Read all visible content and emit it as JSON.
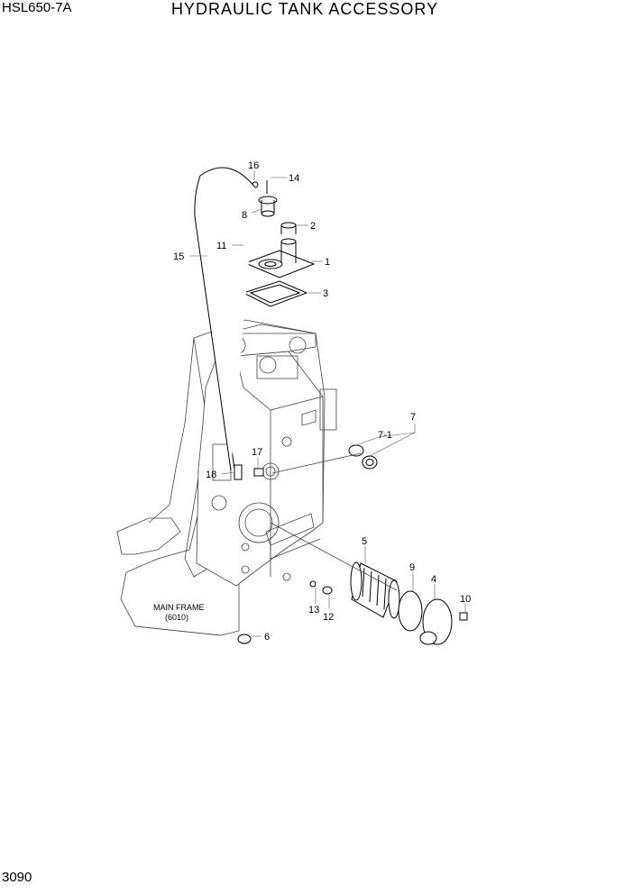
{
  "header": {
    "model": "HSL650-7A",
    "title": "HYDRAULIC TANK ACCESSORY"
  },
  "footer": {
    "page_number": "3090"
  },
  "frame_label": {
    "line1": "MAIN FRAME",
    "line2": "(6010)"
  },
  "callouts": {
    "c1": "1",
    "c2": "2",
    "c3": "3",
    "c4": "4",
    "c5": "5",
    "c6": "6",
    "c7": "7",
    "c7_1": "7-1",
    "c8": "8",
    "c9": "9",
    "c10": "10",
    "c11": "11",
    "c12": "12",
    "c13": "13",
    "c14": "14",
    "c15": "15",
    "c16": "16",
    "c17": "17",
    "c18": "18"
  }
}
